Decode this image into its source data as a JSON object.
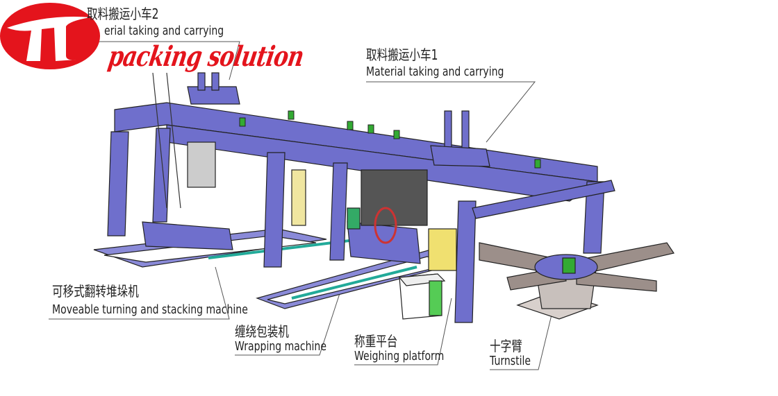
{
  "brand": {
    "logo_letter": "π",
    "name": "packing solution",
    "color": "#e4141c"
  },
  "machine_color": "#6f6fcc",
  "labels": [
    {
      "id": "carrier-2",
      "cn": "取料搬运小车2",
      "en": "erial taking and carrying"
    },
    {
      "id": "carrier-1",
      "cn": "取料搬运小车1",
      "en": "Material taking and carrying"
    },
    {
      "id": "stacker",
      "cn": "可移式翻转堆垛机",
      "en": "Moveable turning and stacking machine"
    },
    {
      "id": "wrapper",
      "cn": "缠绕包装机",
      "en": "Wrapping machine"
    },
    {
      "id": "weighing",
      "cn": "称重平台",
      "en": "Weighing platform"
    },
    {
      "id": "turnstile",
      "cn": "十字臂",
      "en": "Turnstile"
    }
  ]
}
